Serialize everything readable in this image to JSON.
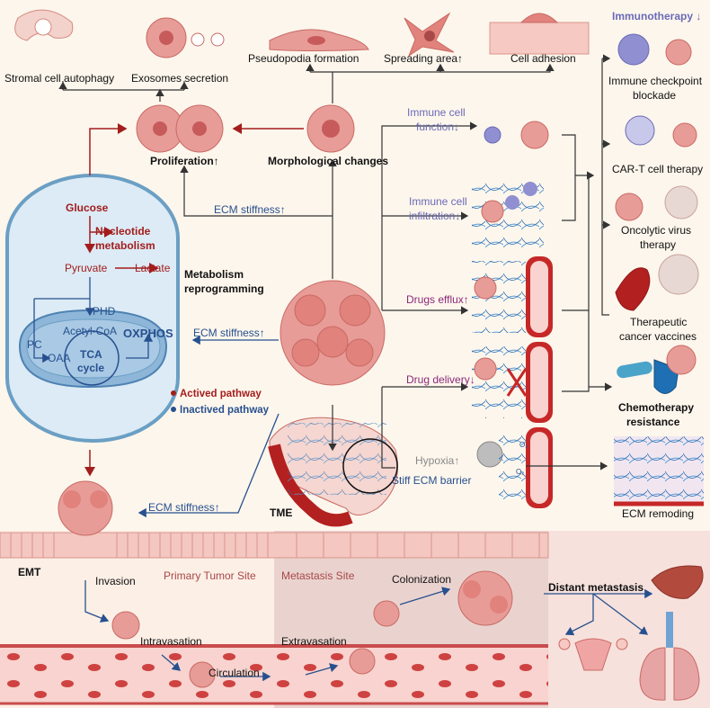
{
  "top": {
    "stromal": "Stromal cell autophagy",
    "exosomes": "Exosomes secretion",
    "pseudopodia": "Pseudopodia formation",
    "spreading": "Spreading area↑",
    "adhesion": "Cell adhesion"
  },
  "center": {
    "proliferation": "Proliferation↑",
    "morph": "Morphological changes",
    "ecm_stiff_1": "ECM stiffness↑",
    "ecm_stiff_2": "ECM stiffness↑",
    "ecm_stiff_3": "ECM stiffness↑",
    "metab_1": "Metabolism",
    "metab_2": "reprogramming",
    "tme": "TME"
  },
  "metabolism": {
    "glucose": "Glucose",
    "nucleotide_1": "Nucleotide",
    "nucleotide_2": "metabolism",
    "pyruvate": "Pyruvate",
    "lactate": "Lactate",
    "phd": "PHD",
    "acetyl": "Acetyl-CoA",
    "pc": "PC",
    "oaa": "OAA",
    "tca_1": "TCA",
    "tca_2": "cycle",
    "oxphos": "OXPHOS",
    "active": "Actived pathway",
    "inactive": "Inactived pathway"
  },
  "middle": {
    "immune_func_1": "Immune cell",
    "immune_func_2": "function↓",
    "immune_inf_1": "Immune cell",
    "immune_inf_2": "infiltration↓",
    "drug_efflux": "Drugs efflux↑",
    "drug_delivery": "Drug delivery↓",
    "hypoxia": "Hypoxia↑",
    "barrier": "Stiff ECM barrier",
    "o2_a": "O₂",
    "o2_b": "O₂"
  },
  "right": {
    "immunotherapy": "Immunotherapy ↓",
    "checkpoint_1": "Immune checkpoint",
    "checkpoint_2": "blockade",
    "cart": "CAR-T cell therapy",
    "onco_1": "Oncolytic virus",
    "onco_2": "therapy",
    "vaccine_1": "Therapeutic",
    "vaccine_2": "cancer vaccines",
    "chemo_1": "Chemotherapy",
    "chemo_2": "resistance",
    "ecm_remod": "ECM remoding"
  },
  "bottom": {
    "emt": "EMT",
    "invasion": "Invasion",
    "primary": "Primary Tumor Site",
    "metastasis_site": "Metastasis Site",
    "colonization": "Colonization",
    "intravasation": "Intravasation",
    "extravasation": "Extravasation",
    "circulation": "Circulation",
    "distant": "Distant metastasis"
  },
  "colors": {
    "active": "#a31d1d",
    "inactive": "#27508f",
    "immune": "#6a6ab8",
    "drug": "#8a2a7a",
    "cell": "#e89c98",
    "vessel": "#c62828"
  }
}
